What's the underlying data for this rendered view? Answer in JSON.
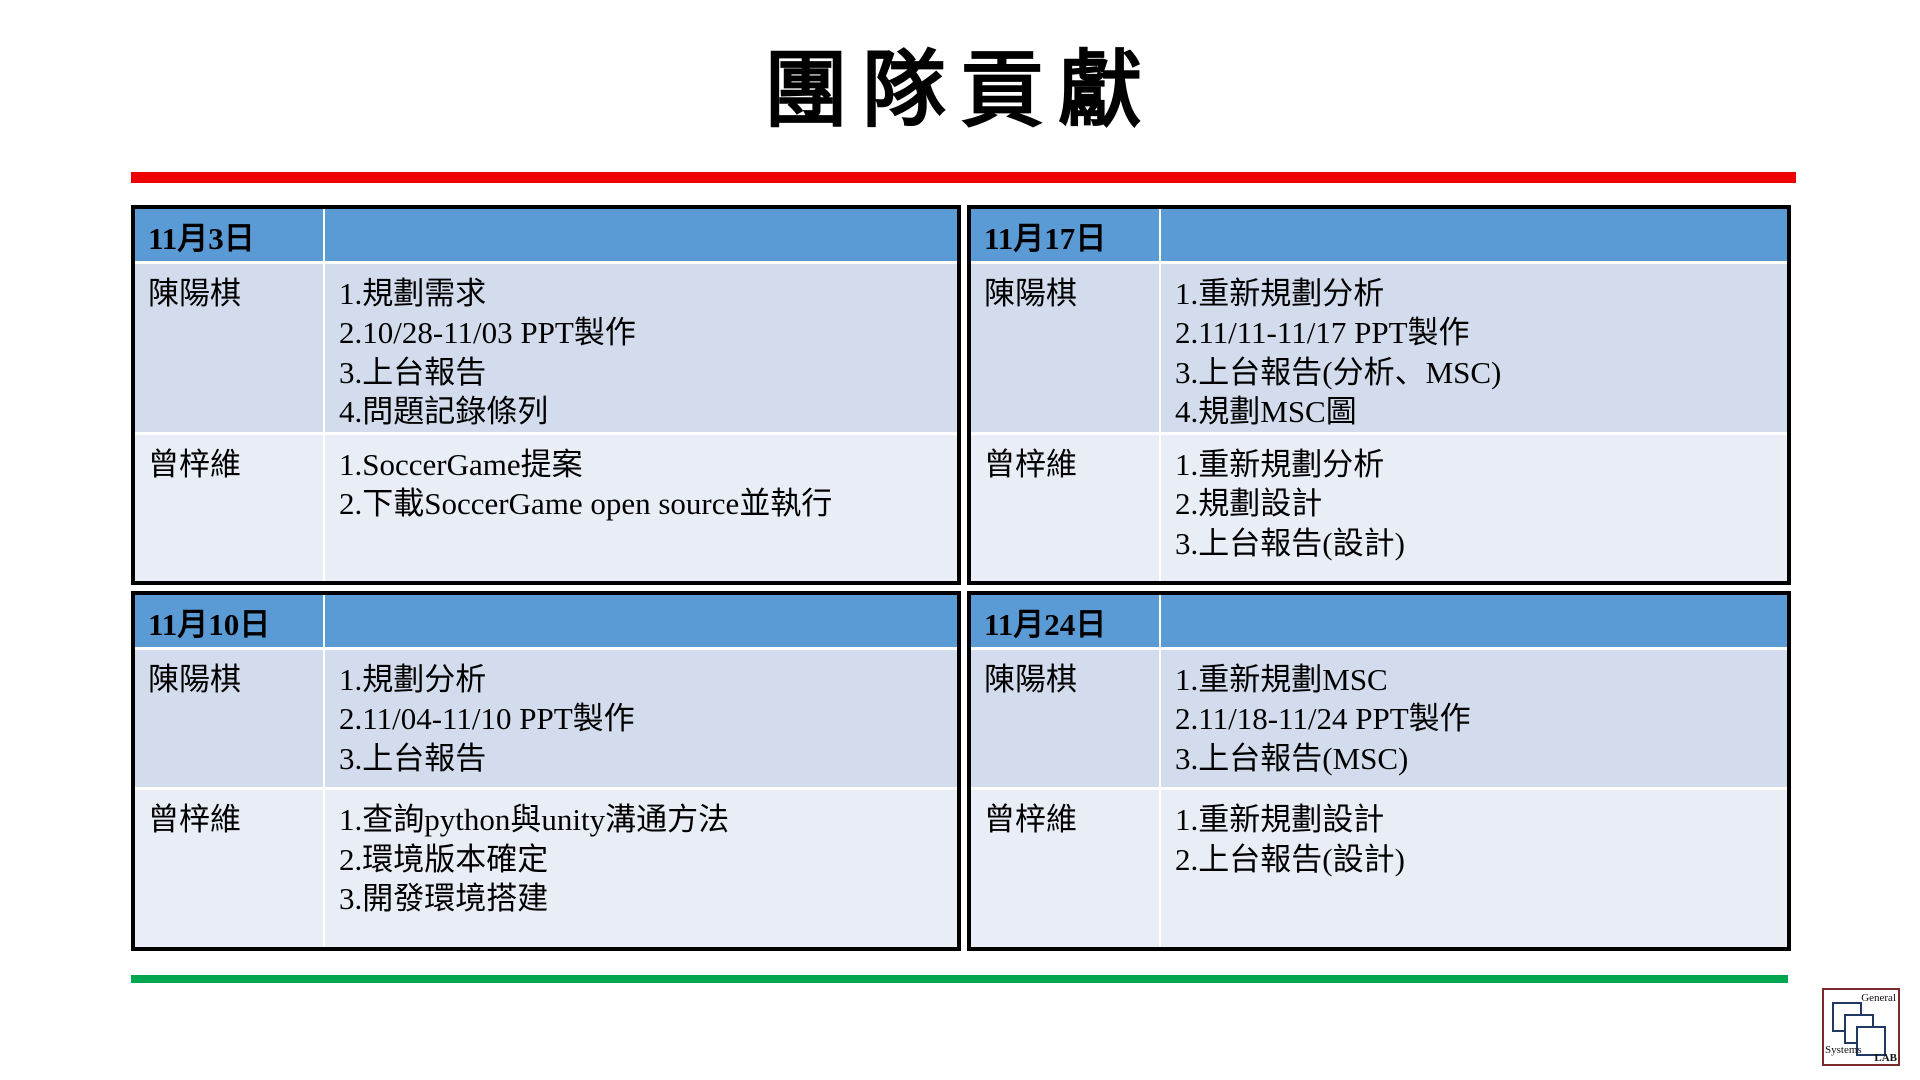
{
  "slide": {
    "title": "團隊貢獻",
    "colors": {
      "accent_red": "#ee0000",
      "accent_green": "#00a650",
      "header_blue": "#5b9bd5",
      "row_shade_a": "#d3dcec",
      "row_shade_b": "#e9edf6",
      "border_black": "#000000"
    }
  },
  "tables": [
    {
      "date": "11月3日",
      "rows": [
        {
          "name": "陳陽棋",
          "tasks": [
            "1.規劃需求",
            "2.10/28-11/03 PPT製作",
            "3.上台報告",
            "4.問題記錄條列"
          ]
        },
        {
          "name": "曾梓維",
          "tasks": [
            "1.SoccerGame提案",
            "2.下載SoccerGame open source並執行"
          ]
        }
      ]
    },
    {
      "date": "11月17日",
      "rows": [
        {
          "name": "陳陽棋",
          "tasks": [
            "1.重新規劃分析",
            "2.11/11-11/17 PPT製作",
            "3.上台報告(分析、MSC)",
            "4.規劃MSC圖"
          ]
        },
        {
          "name": "曾梓維",
          "tasks": [
            "1.重新規劃分析",
            "2.規劃設計",
            "3.上台報告(設計)"
          ]
        }
      ]
    },
    {
      "date": "11月10日",
      "rows": [
        {
          "name": "陳陽棋",
          "tasks": [
            "1.規劃分析",
            "2.11/04-11/10 PPT製作",
            "3.上台報告"
          ]
        },
        {
          "name": "曾梓維",
          "tasks": [
            "1.查詢python與unity溝通方法",
            "2.環境版本確定",
            "3.開發環境搭建"
          ]
        }
      ]
    },
    {
      "date": "11月24日",
      "rows": [
        {
          "name": "陳陽棋",
          "tasks": [
            "1.重新規劃MSC",
            "2.11/18-11/24 PPT製作",
            "3.上台報告(MSC)"
          ]
        },
        {
          "name": "曾梓維",
          "tasks": [
            "1.重新規劃設計",
            "2.上台報告(設計)"
          ]
        }
      ]
    }
  ],
  "logo": {
    "line_top": "General",
    "line_bottom": "Systems",
    "line_lab": "LAB"
  }
}
